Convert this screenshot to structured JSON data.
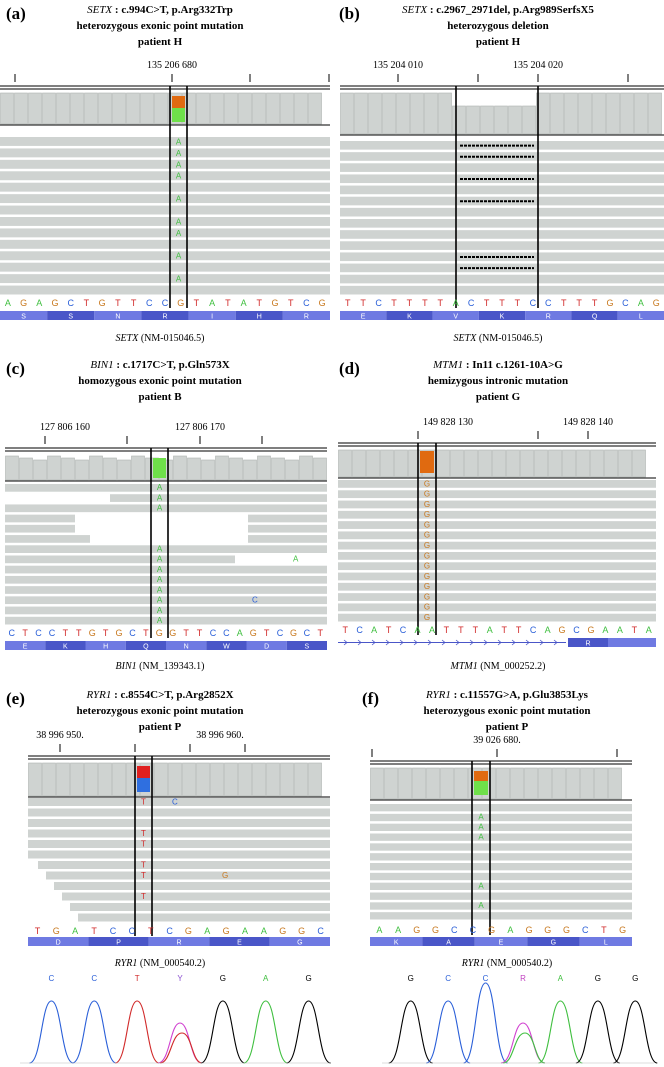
{
  "panels": [
    {
      "id": "a",
      "label": "(a)",
      "gene": "SETX",
      "mutation": " : c.994C>T, p.Arg332Trp",
      "type": "heterozygous exonic point mutation",
      "patient": "patient H",
      "coords": [
        "135 206 680"
      ],
      "sequence": "AGAGCTGTTCCGTATATGTCG",
      "protein": [
        "S",
        "S",
        "N",
        "R",
        "I",
        "H",
        "R"
      ],
      "ref_gene": "SETX",
      "ref_acc": " (NM-015046.5)",
      "read_base": "A"
    },
    {
      "id": "b",
      "label": "(b)",
      "gene": "SETX",
      "mutation": " : c.2967_2971del, p.Arg989SerfsX5",
      "type": "heterozygous deletion",
      "patient": "patient H",
      "coords": [
        "135 204 010",
        "135 204 020"
      ],
      "sequence": "TTCTTTTACTTTCCTTTGCAG",
      "protein": [
        "E",
        "K",
        "V",
        "K",
        "R",
        "Q",
        "L"
      ],
      "ref_gene": "SETX",
      "ref_acc": " (NM-015046.5)"
    },
    {
      "id": "c",
      "label": "(c)",
      "gene": "BIN1",
      "mutation": " : c.1717C>T, p.Gln573X",
      "type": "homozygous exonic point mutation",
      "patient": "patient B",
      "coords": [
        "127 806 160",
        "127 806 170"
      ],
      "sequence": "CTCCTTGTGCTGGTTCCAGTCGCT",
      "protein": [
        "E",
        "K",
        "H",
        "Q",
        "N",
        "W",
        "D",
        "S"
      ],
      "ref_gene": "BIN1",
      "ref_acc": " (NM_139343.1)",
      "read_base": "A",
      "extra_bases": [
        "A",
        "C"
      ]
    },
    {
      "id": "d",
      "label": "(d)",
      "gene": "MTM1",
      "mutation": " : In11 c.1261-10A>G",
      "type": "hemizygous intronic mutation",
      "patient": "patient G",
      "coords": [
        "149 828 130",
        "149 828 140"
      ],
      "sequence": "TCATCAATTTATTCAGCGAATA",
      "protein": [
        "R"
      ],
      "ref_gene": "MTM1",
      "ref_acc": " (NM_000252.2)",
      "read_base": "G"
    },
    {
      "id": "e",
      "label": "(e)",
      "gene": "RYR1",
      "mutation": " : c.8554C>T, p.Arg2852X",
      "type": "heterozygous exonic point mutation",
      "patient": "patient P",
      "coords": [
        "38 996 950.",
        "38 996 960."
      ],
      "sequence": "TGATCCTCGAGAAGGC",
      "protein": [
        "D",
        "P",
        "R",
        "E",
        "G"
      ],
      "ref_gene": "RYR1",
      "ref_acc": " (NM_000540.2)",
      "read_base": "T",
      "extra_bases": [
        "C",
        "G"
      ],
      "chromatogram": [
        "C",
        "C",
        "T",
        "Y",
        "G",
        "A",
        "G"
      ]
    },
    {
      "id": "f",
      "label": "(f)",
      "gene": "RYR1",
      "mutation": " : c.11557G>A, p.Glu3853Lys",
      "type": "heterozygous  exonic point mutation",
      "patient": "patient P",
      "coords": [
        "39 026 680."
      ],
      "sequence": "AAGGCCGAGGGCTG",
      "protein": [
        "K",
        "A",
        "E",
        "G",
        "L"
      ],
      "ref_gene": "RYR1",
      "ref_acc": " (NM_000540.2)",
      "read_base": "A",
      "chromatogram": [
        "G",
        "C",
        "C",
        "R",
        "A",
        "G",
        "G"
      ]
    }
  ],
  "colors": {
    "A": "#3fbf3f",
    "C": "#2a5fd8",
    "G": "#c8781e",
    "T": "#d12a2a",
    "read": "#cfd3d1",
    "protein_dark": "#4a56c8",
    "protein_light": "#6f7ae2",
    "orange": "#e06a10",
    "green": "#6fe04a",
    "red": "#e02020",
    "blue": "#2f6fe0"
  }
}
